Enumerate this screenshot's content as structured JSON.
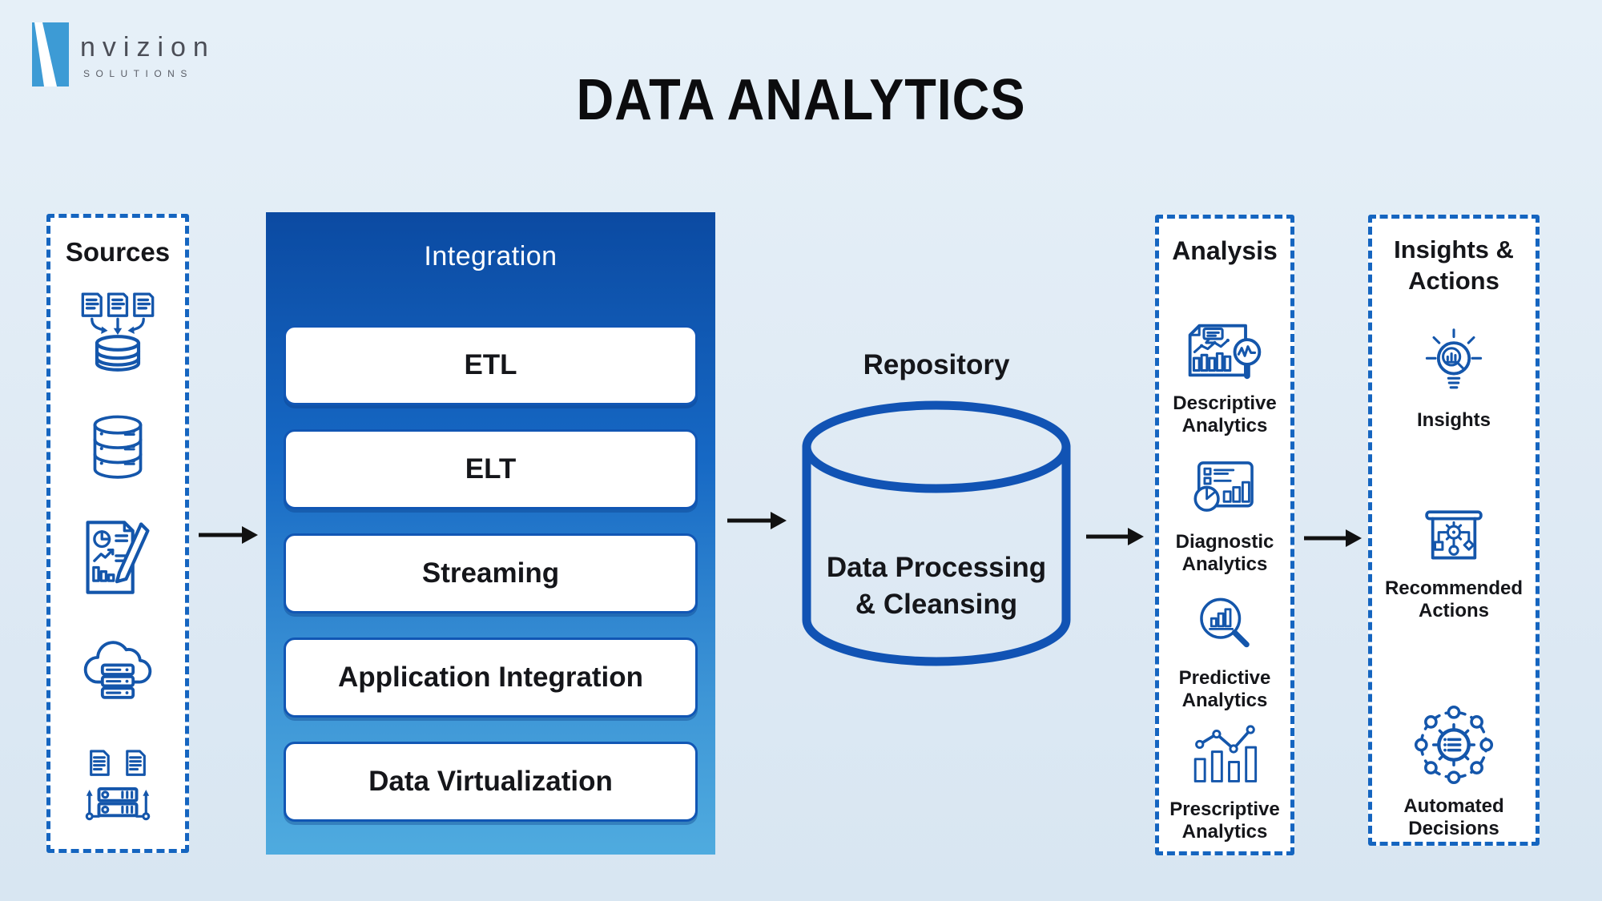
{
  "brand": {
    "name": "nvizion",
    "tagline": "SOLUTIONS"
  },
  "title": "DATA ANALYTICS",
  "colors": {
    "background": "#dfeaf4",
    "accent_blue": "#1565c0",
    "icon_blue": "#1456ab",
    "panel_gradient_top": "#0b4aa2",
    "panel_gradient_bottom": "#4fabdf",
    "logo_blue": "#3d9bd5",
    "arrow": "#111111",
    "text": "#15161a"
  },
  "sources": {
    "title": "Sources",
    "icons": [
      "documents-to-database-icon",
      "database-stack-icon",
      "report-pencil-icon",
      "cloud-server-icon",
      "documents-server-icon"
    ]
  },
  "integration": {
    "title": "Integration",
    "boxes": [
      {
        "label": "ETL"
      },
      {
        "label": "ELT"
      },
      {
        "label": "Streaming"
      },
      {
        "label": "Application Integration"
      },
      {
        "label": "Data Virtualization"
      }
    ]
  },
  "repository": {
    "title": "Repository",
    "label_line1": "Data Processing",
    "label_line2": "& Cleansing"
  },
  "analysis": {
    "title": "Analysis",
    "items": [
      {
        "label": "Descriptive Analytics",
        "icon": "descriptive-analytics-icon"
      },
      {
        "label": "Diagnostic Analytics",
        "icon": "diagnostic-analytics-icon"
      },
      {
        "label": "Predictive Analytics",
        "icon": "predictive-analytics-icon"
      },
      {
        "label": "Prescriptive Analytics",
        "icon": "prescriptive-analytics-icon"
      }
    ]
  },
  "insights": {
    "title": "Insights & Actions",
    "items": [
      {
        "label": "Insights",
        "icon": "insights-icon"
      },
      {
        "label": "Recommended Actions",
        "icon": "recommended-actions-icon"
      },
      {
        "label": "Automated Decisions",
        "icon": "automated-decisions-icon"
      }
    ]
  }
}
